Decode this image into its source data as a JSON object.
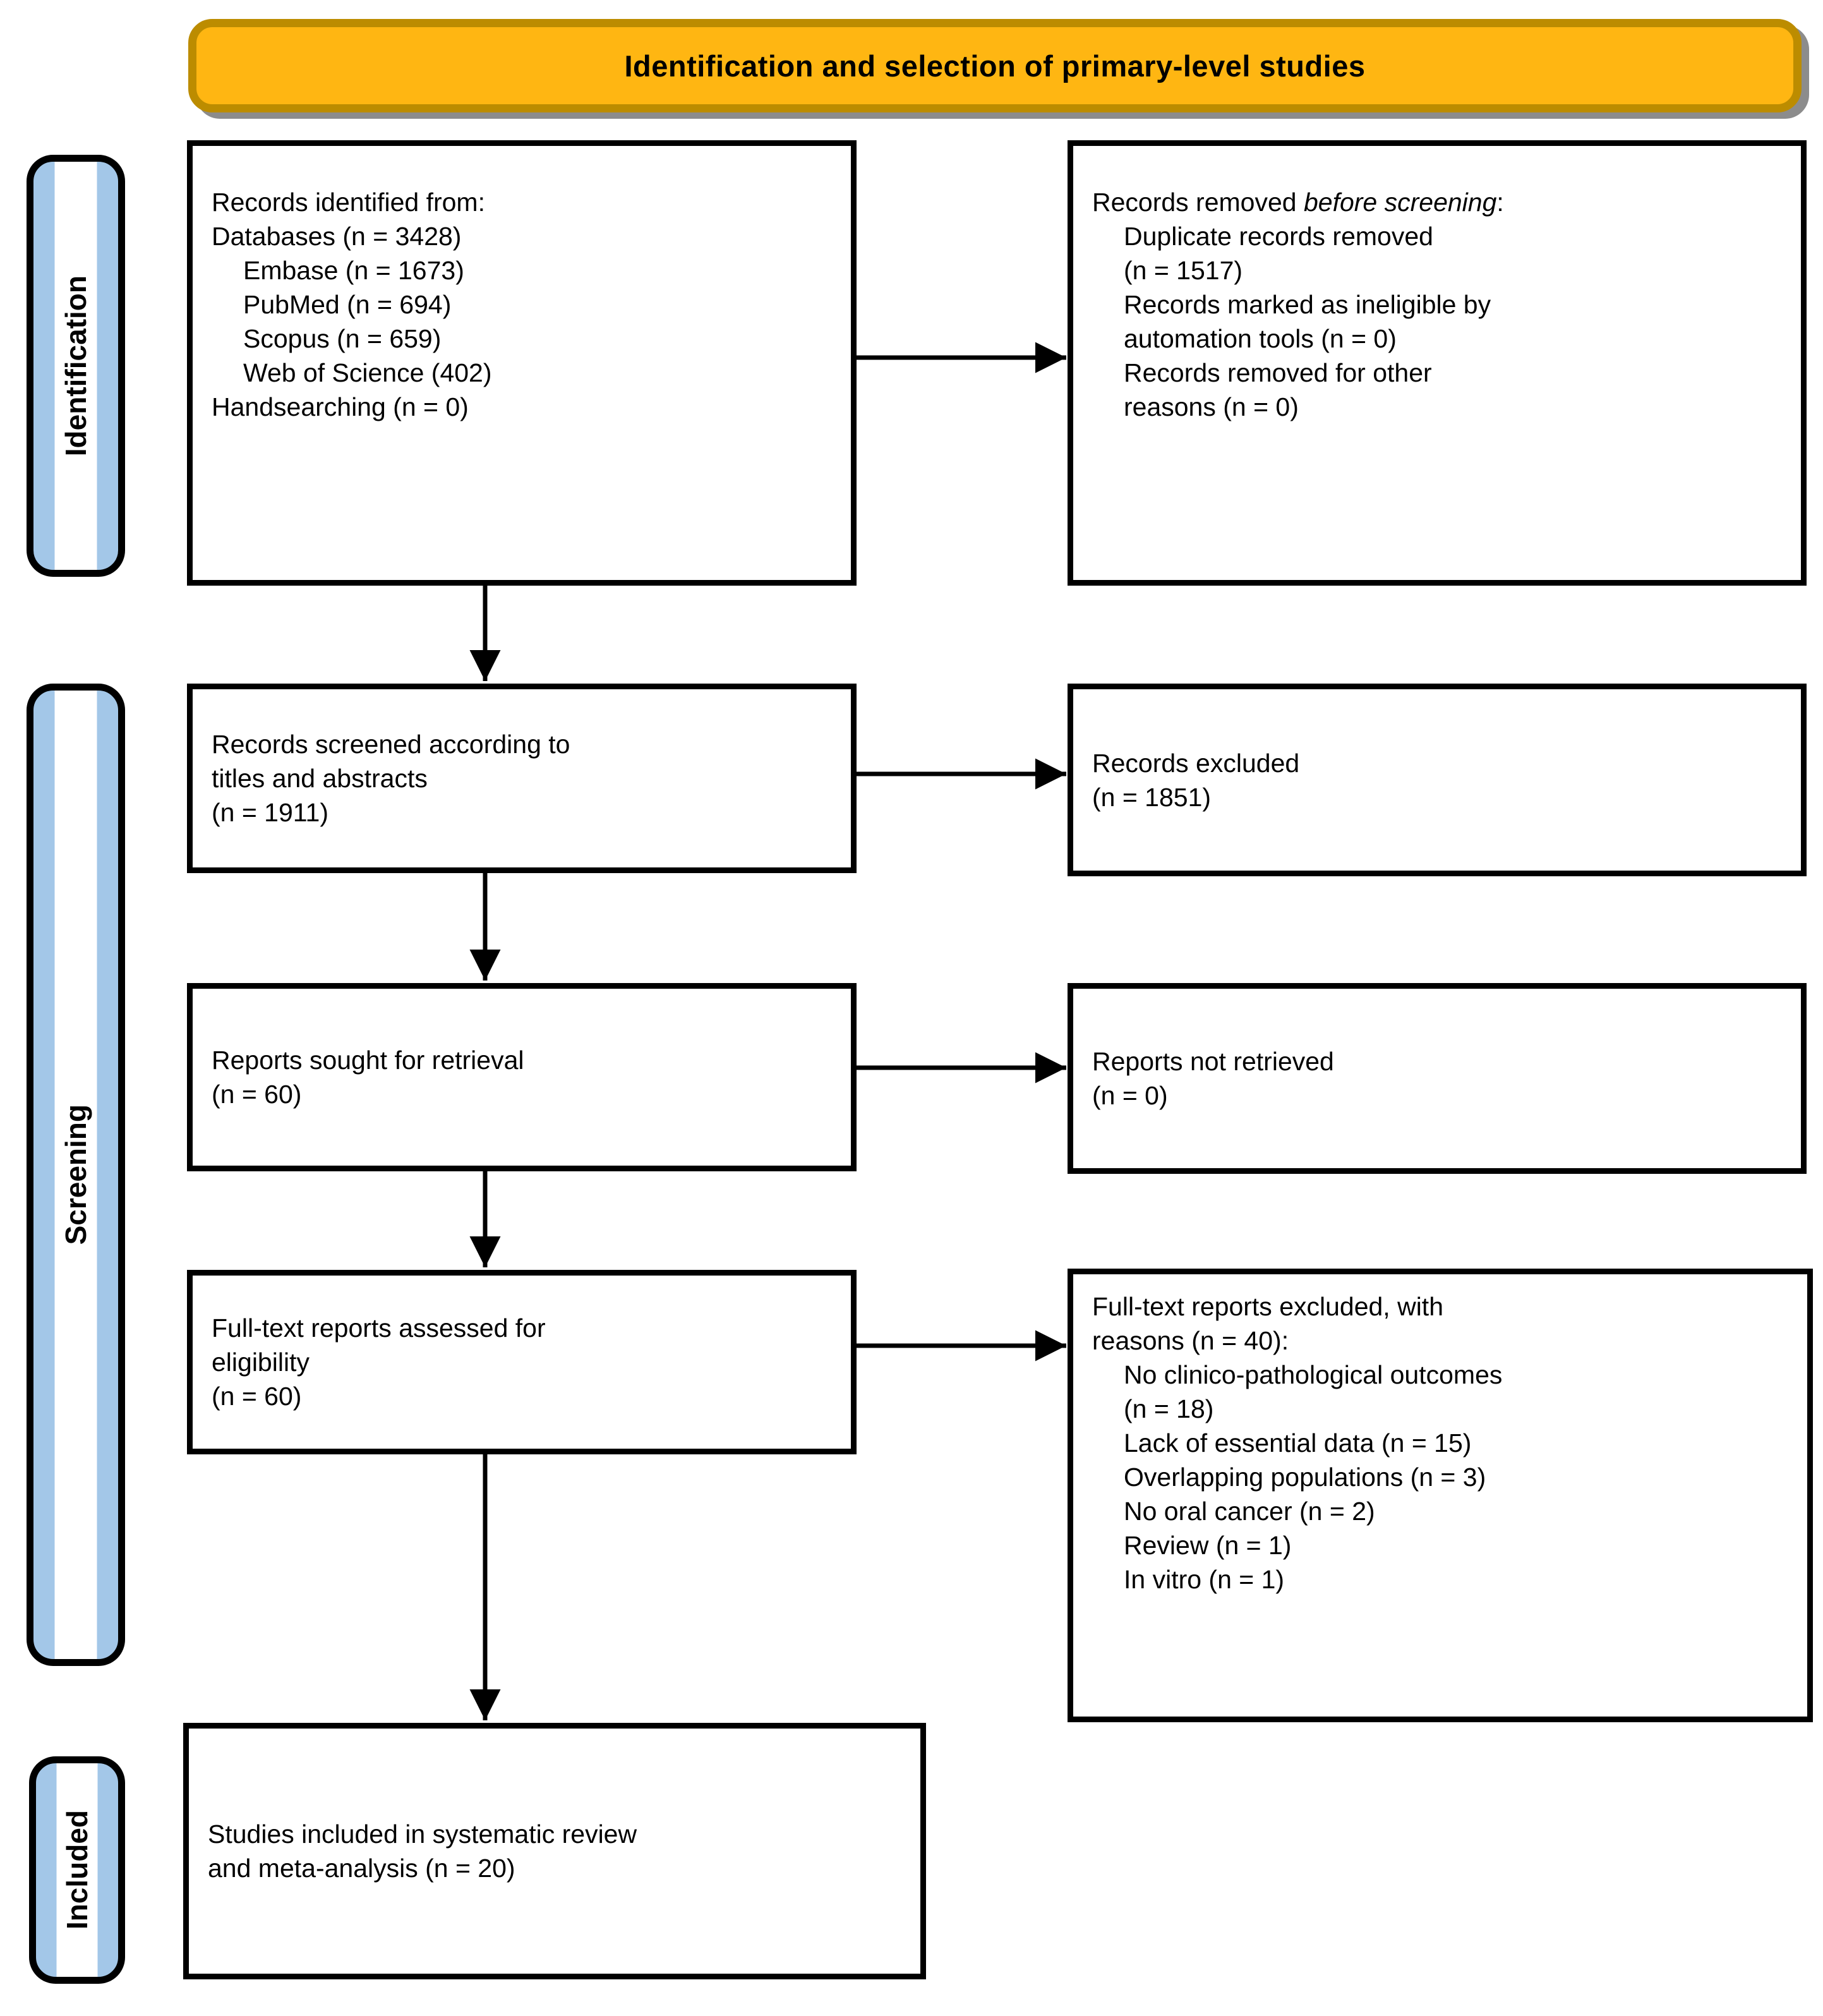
{
  "banner": {
    "label": "Identification and selection of primary-level studies"
  },
  "sidebar": {
    "stages": [
      {
        "label": "Identification"
      },
      {
        "label": "Screening"
      },
      {
        "label": "Included"
      }
    ]
  },
  "boxes": [
    {
      "id": "records-identified",
      "lines": [
        {
          "text": "Records identified from:",
          "indent": 0
        },
        {
          "text": "Databases (n = 3428)",
          "indent": 0
        },
        {
          "text": "Embase (n = 1673)",
          "indent": 1
        },
        {
          "text": "PubMed (n = 694)",
          "indent": 1
        },
        {
          "text": "Scopus (n = 659)",
          "indent": 1
        },
        {
          "text": "Web of Science (402)",
          "indent": 1
        },
        {
          "text": "Handsearching (n = 0)",
          "indent": 0
        }
      ]
    },
    {
      "id": "records-removed-before-screening",
      "lines": [
        {
          "segments": [
            {
              "text": "Records removed "
            },
            {
              "text": "before screening",
              "italic": true
            },
            {
              "text": ":"
            }
          ],
          "indent": 0
        },
        {
          "text": "Duplicate records removed",
          "indent": 1
        },
        {
          "text": "(n = 1517)",
          "indent": 1
        },
        {
          "text": "Records marked as ineligible by",
          "indent": 1
        },
        {
          "text": "automation tools (n = 0)",
          "indent": 1
        },
        {
          "text": "Records removed for other",
          "indent": 1
        },
        {
          "text": "reasons (n = 0)",
          "indent": 1
        }
      ]
    },
    {
      "id": "records-screened",
      "lines": [
        {
          "text": "Records screened according to",
          "indent": 0
        },
        {
          "text": "titles and abstracts",
          "indent": 0
        },
        {
          "text": "(n = 1911)",
          "indent": 0
        }
      ]
    },
    {
      "id": "records-excluded",
      "lines": [
        {
          "text": "Records excluded",
          "indent": 0
        },
        {
          "text": "(n = 1851)",
          "indent": 0
        }
      ]
    },
    {
      "id": "reports-sought",
      "lines": [
        {
          "text": "Reports sought for retrieval",
          "indent": 0
        },
        {
          "text": "(n = 60)",
          "indent": 0
        }
      ]
    },
    {
      "id": "reports-not-retrieved",
      "lines": [
        {
          "text": "Reports not retrieved",
          "indent": 0
        },
        {
          "text": "(n = 0)",
          "indent": 0
        }
      ]
    },
    {
      "id": "fulltext-assessed",
      "lines": [
        {
          "text": "Full-text reports assessed for",
          "indent": 0
        },
        {
          "text": "eligibility",
          "indent": 0
        },
        {
          "text": "(n = 60)",
          "indent": 0
        }
      ]
    },
    {
      "id": "fulltext-excluded",
      "lines": [
        {
          "text": "Full-text reports excluded, with",
          "indent": 0
        },
        {
          "text": "reasons (n = 40):",
          "indent": 0
        },
        {
          "text": "No clinico-pathological outcomes",
          "indent": 1
        },
        {
          "text": "(n = 18)",
          "indent": 1
        },
        {
          "text": "Lack of essential data (n = 15)",
          "indent": 1
        },
        {
          "text": "Overlapping populations (n = 3)",
          "indent": 1
        },
        {
          "text": "No oral cancer (n = 2)",
          "indent": 1
        },
        {
          "text": "Review (n = 1)",
          "indent": 1
        },
        {
          "text": "In vitro (n = 1)",
          "indent": 1
        }
      ]
    },
    {
      "id": "studies-included",
      "lines": [
        {
          "text": "Studies included in systematic review",
          "indent": 0
        },
        {
          "text": "and meta-analysis (n = 20)",
          "indent": 0
        }
      ]
    }
  ],
  "colors": {
    "banner_fill": "#FFB612",
    "banner_border": "#BC8C00",
    "banner_shadow": "#8C8C8C",
    "sidebar_fill": "#A3C7E8",
    "box_border": "#000000",
    "arrow": "#000000"
  }
}
